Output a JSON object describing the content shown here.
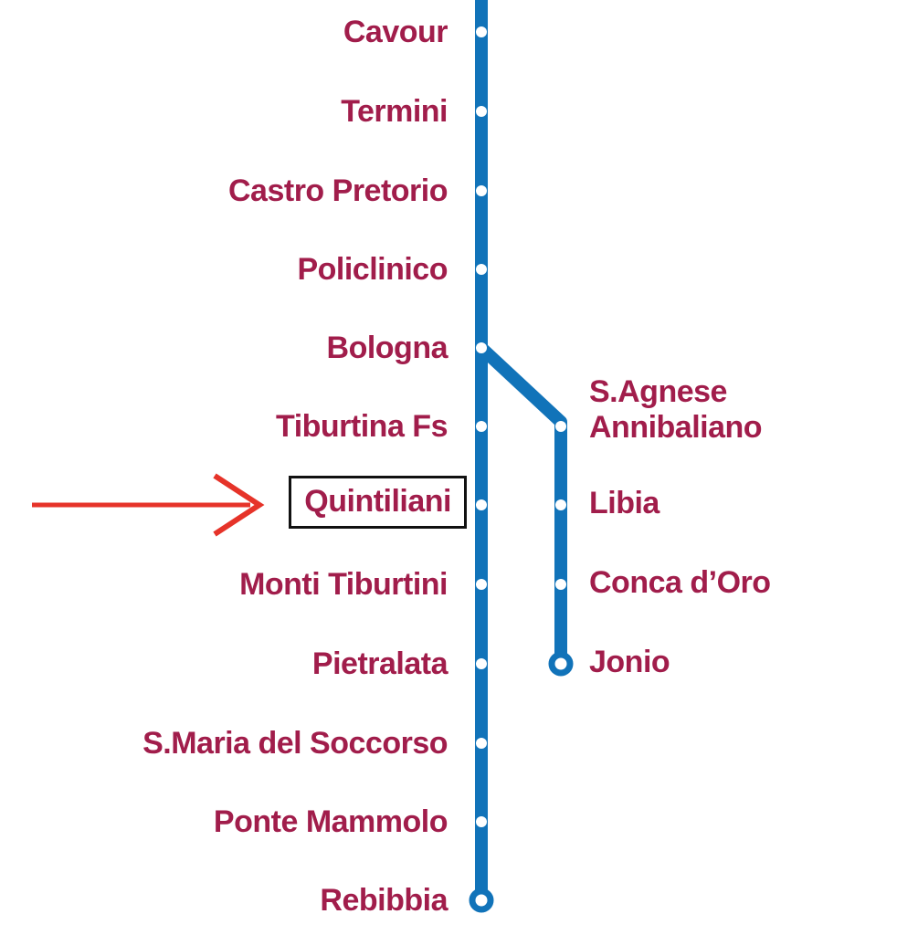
{
  "diagram": {
    "title": "Rome Metro Line B / B1 schematic",
    "line_color": "#1173b9",
    "label_color": "#a11d4b",
    "arrow_color": "#e63329",
    "highlight_box_color": "#111111",
    "main_line_stations": [
      {
        "label": "Cavour"
      },
      {
        "label": "Termini"
      },
      {
        "label": "Castro Pretorio"
      },
      {
        "label": "Policlinico"
      },
      {
        "label": "Bologna"
      },
      {
        "label": "Tiburtina Fs"
      },
      {
        "label": "Quintiliani",
        "highlighted": true
      },
      {
        "label": "Monti Tiburtini"
      },
      {
        "label": "Pietralata"
      },
      {
        "label": "S.Maria del Soccorso"
      },
      {
        "label": "Ponte Mammolo"
      },
      {
        "label": "Rebibbia",
        "terminus": true
      }
    ],
    "branch_stations": [
      {
        "label": "S.Agnese\nAnnibaliano"
      },
      {
        "label": "Libia"
      },
      {
        "label": "Conca d’Oro"
      },
      {
        "label": "Jonio",
        "terminus": true
      }
    ]
  }
}
